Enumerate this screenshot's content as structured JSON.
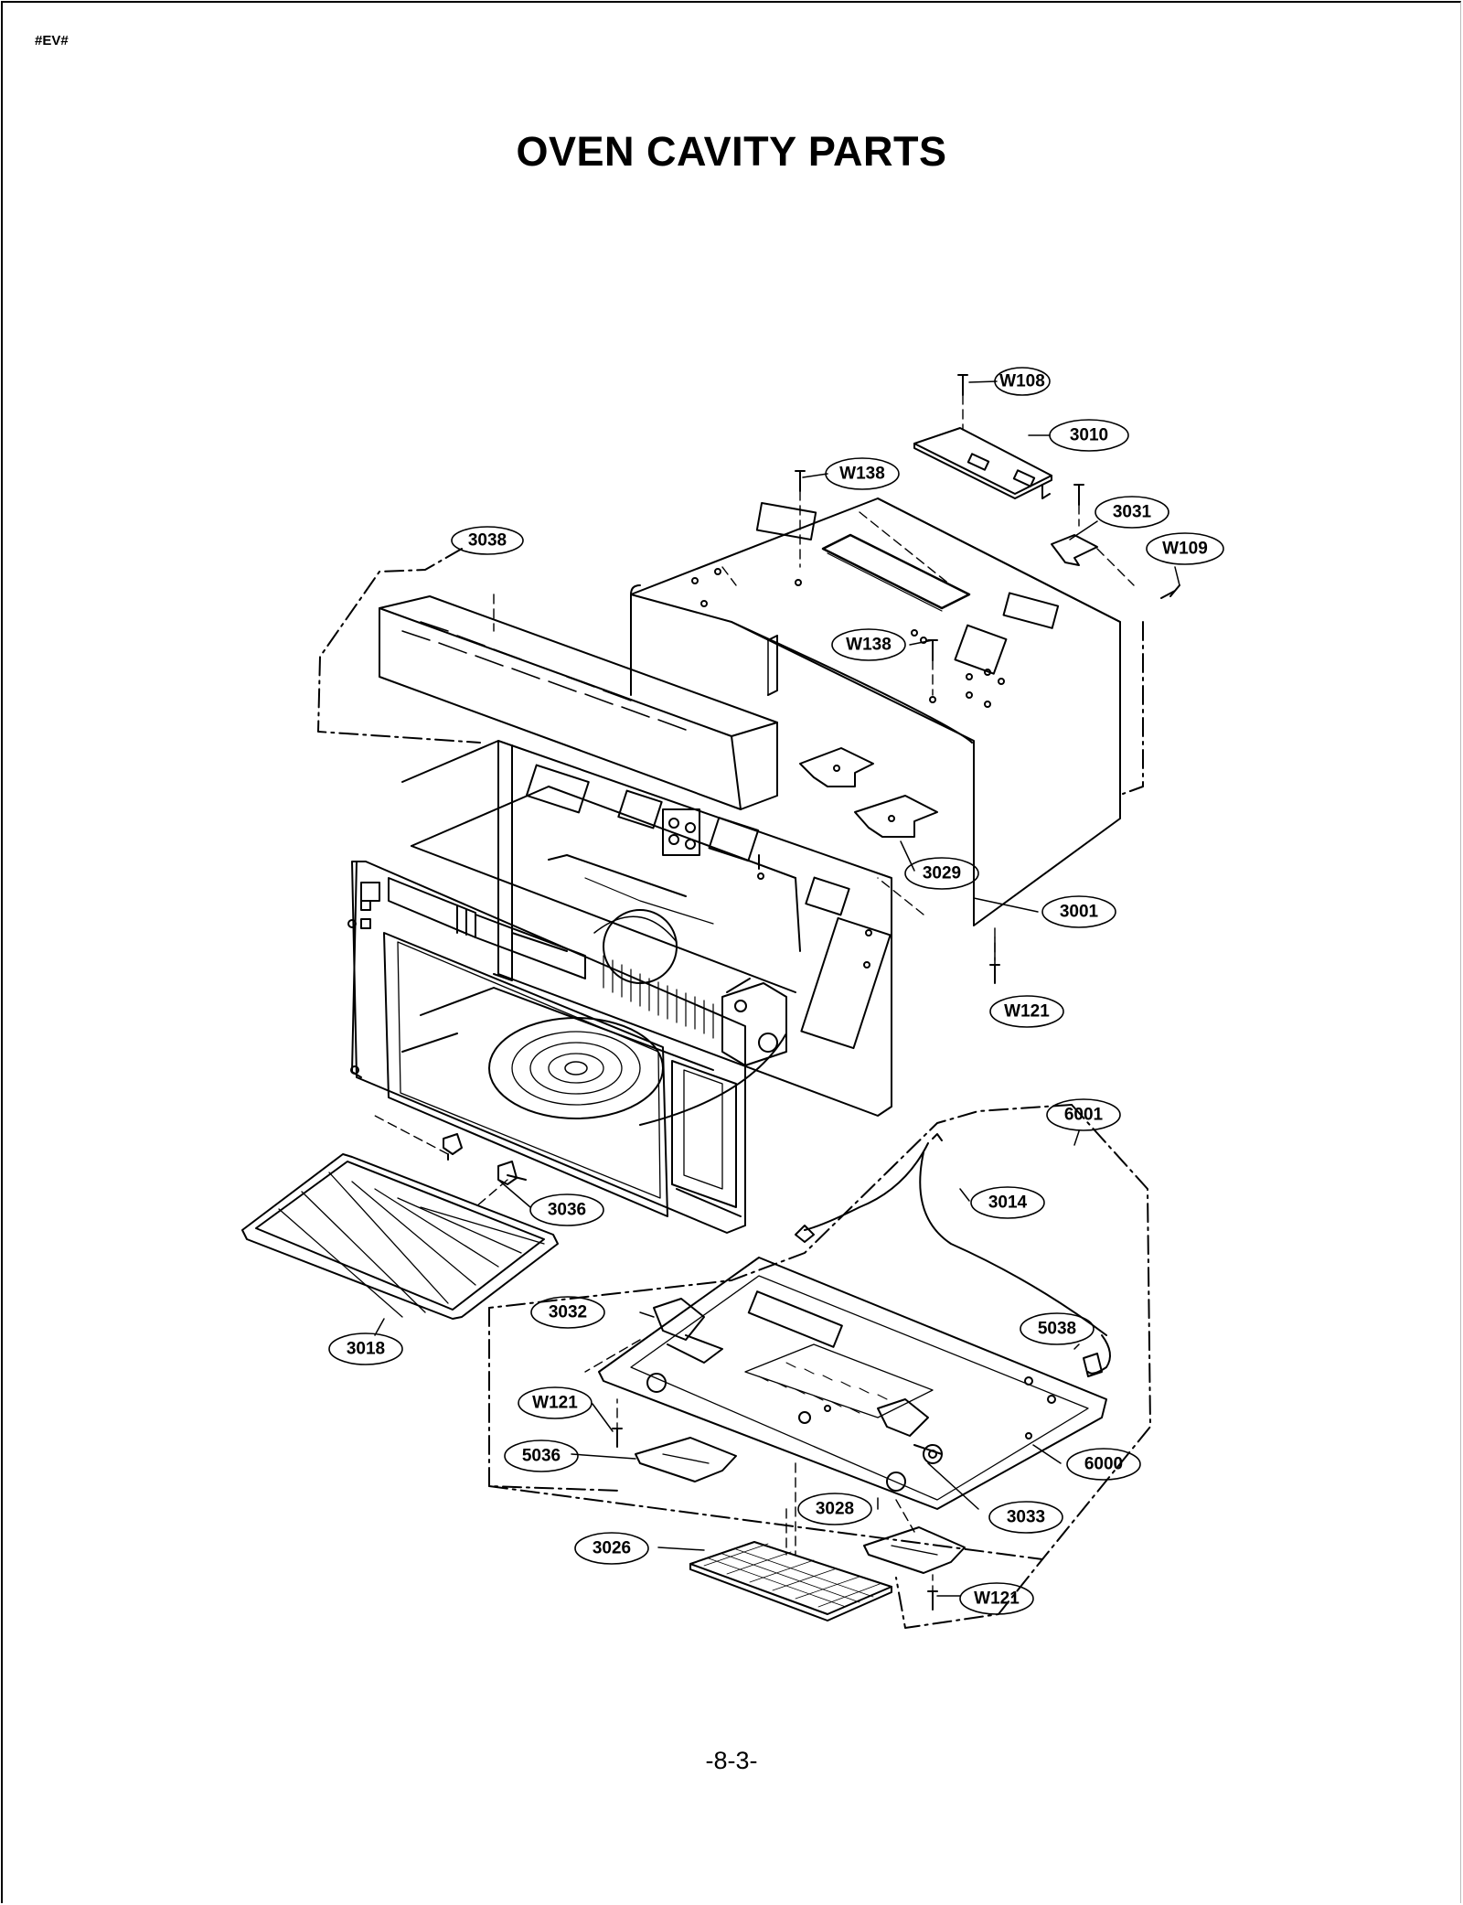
{
  "header": {
    "code": "#EV#"
  },
  "page": {
    "title": "OVEN CAVITY PARTS",
    "page_number": "-8-3-"
  },
  "callouts": [
    "W108",
    "3010",
    "W138",
    "3031",
    "W109",
    "3038",
    "W138",
    "3029",
    "3001",
    "W121",
    "6001",
    "3014",
    "3036",
    "5038",
    "3032",
    "3018",
    "W121",
    "6000",
    "5036",
    "3028",
    "3033",
    "3026",
    "W121"
  ]
}
